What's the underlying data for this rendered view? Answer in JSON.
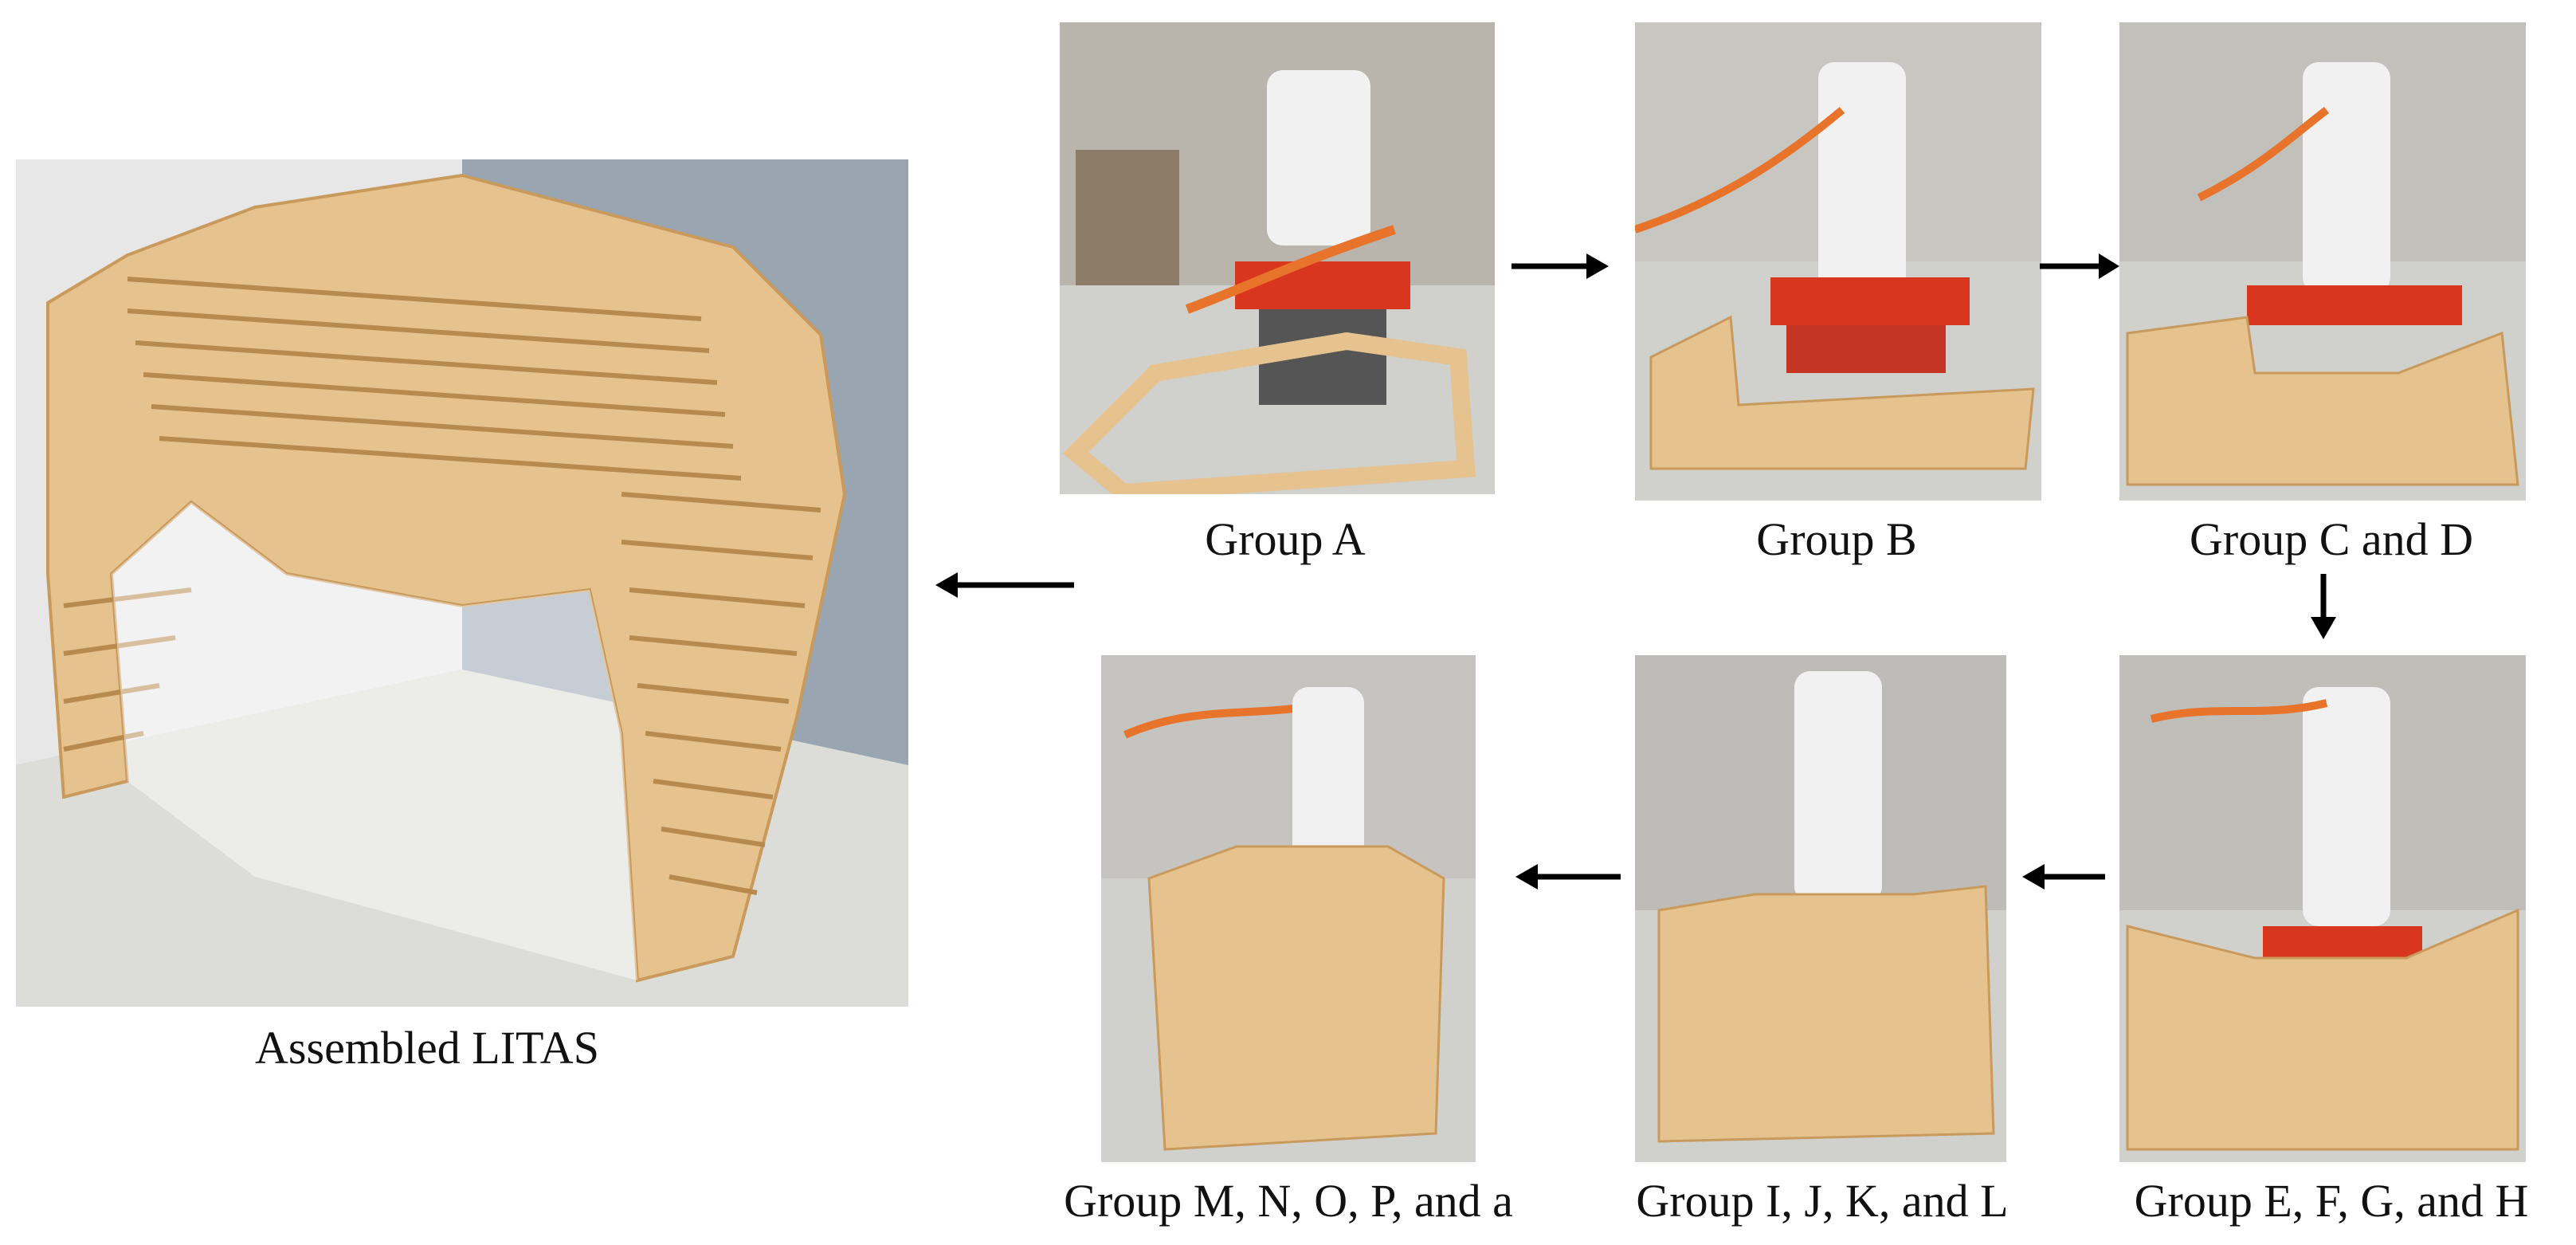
{
  "figure": {
    "assembled_caption": "Assembled LITAS",
    "steps": [
      {
        "caption": "Group A"
      },
      {
        "caption": "Group B"
      },
      {
        "caption": "Group C and D"
      },
      {
        "caption": "Group E, F, G, and H"
      },
      {
        "caption": "Group I, J, K, and L"
      },
      {
        "caption": "Group M, N, O, P, and a"
      }
    ]
  },
  "colors": {
    "wood": "#e6c28f",
    "wood_dark": "#c99a5c",
    "robot": "#f1f1f1",
    "cable": "#e8732a",
    "cart": "#d8361e",
    "floor": "#cfcfcb",
    "wall": "#9da8b4",
    "arrow": "#000000"
  }
}
